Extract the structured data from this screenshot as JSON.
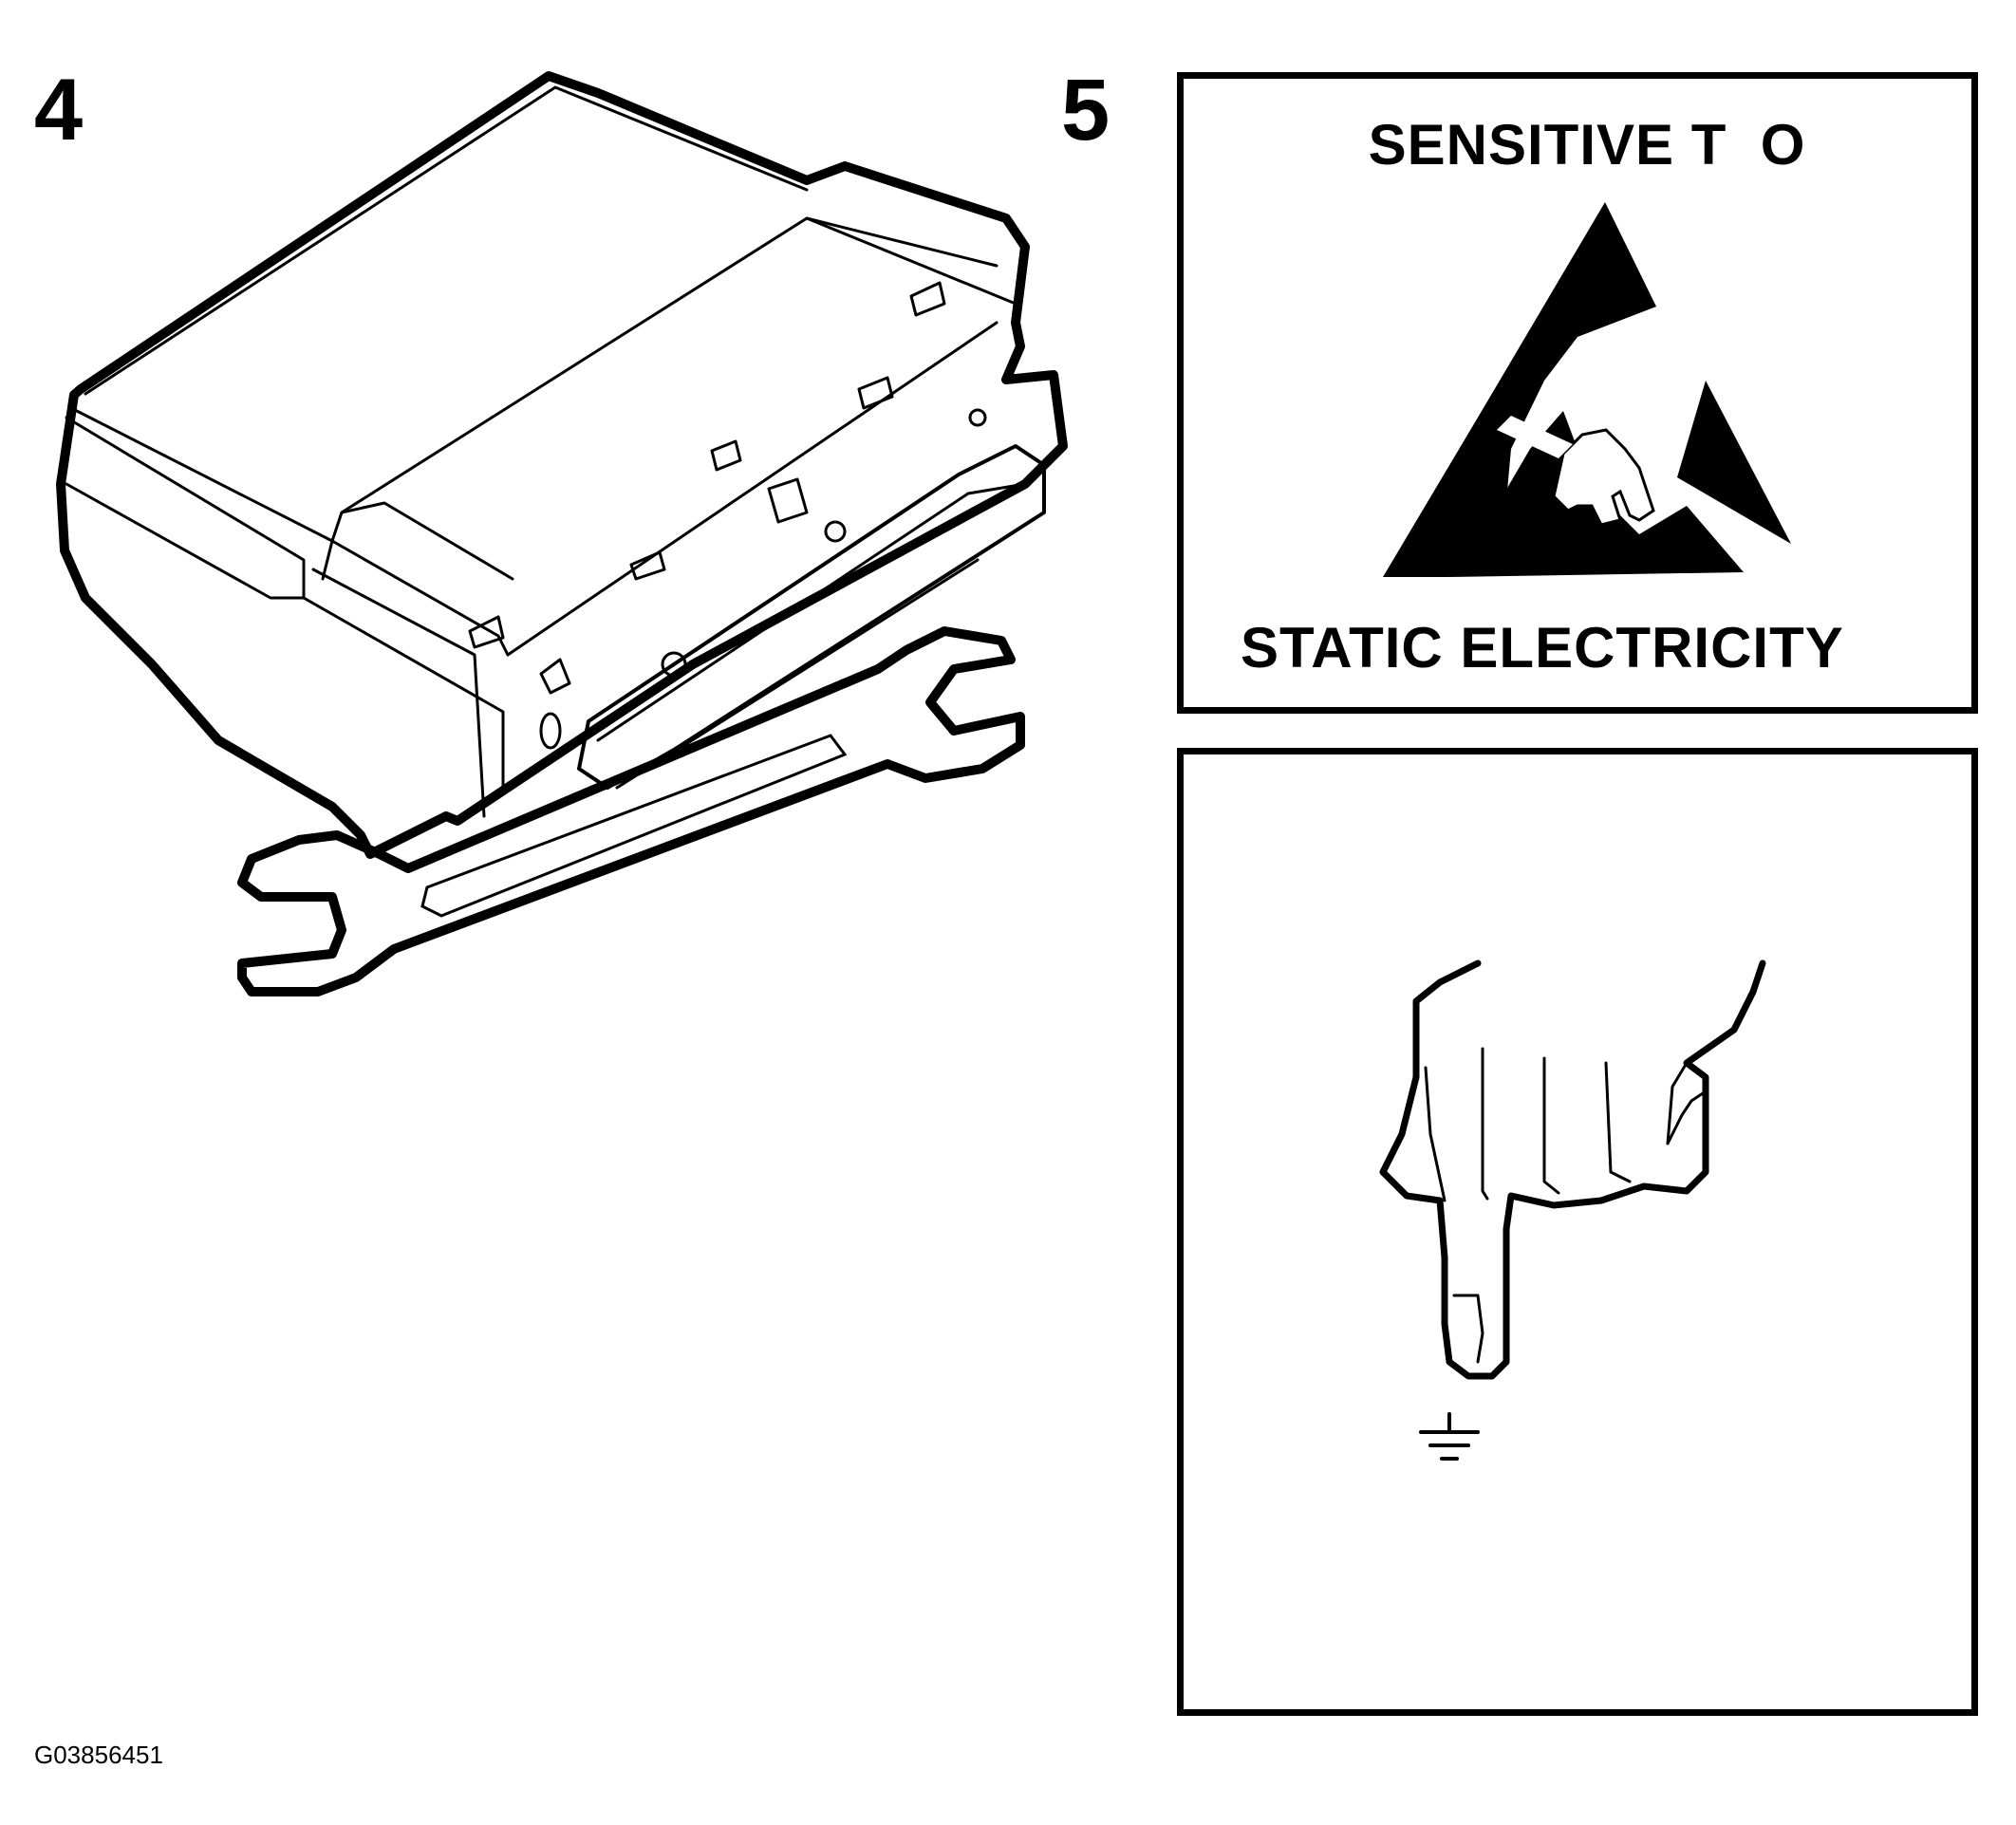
{
  "steps": {
    "step4_label": "4",
    "step5_label": "5"
  },
  "warning_label": {
    "line1": "SENSITIVE T  O",
    "line2": "STATIC ELECTRICITY"
  },
  "figure_id": "G03856451",
  "colors": {
    "ink": "#000000",
    "background": "#ffffff"
  },
  "icons": {
    "module": "control-module-illustration",
    "wrench": "wrench-icon",
    "esd": "esd-warning-icon",
    "hand": "pointing-hand-icon",
    "ground": "ground-symbol-icon"
  }
}
